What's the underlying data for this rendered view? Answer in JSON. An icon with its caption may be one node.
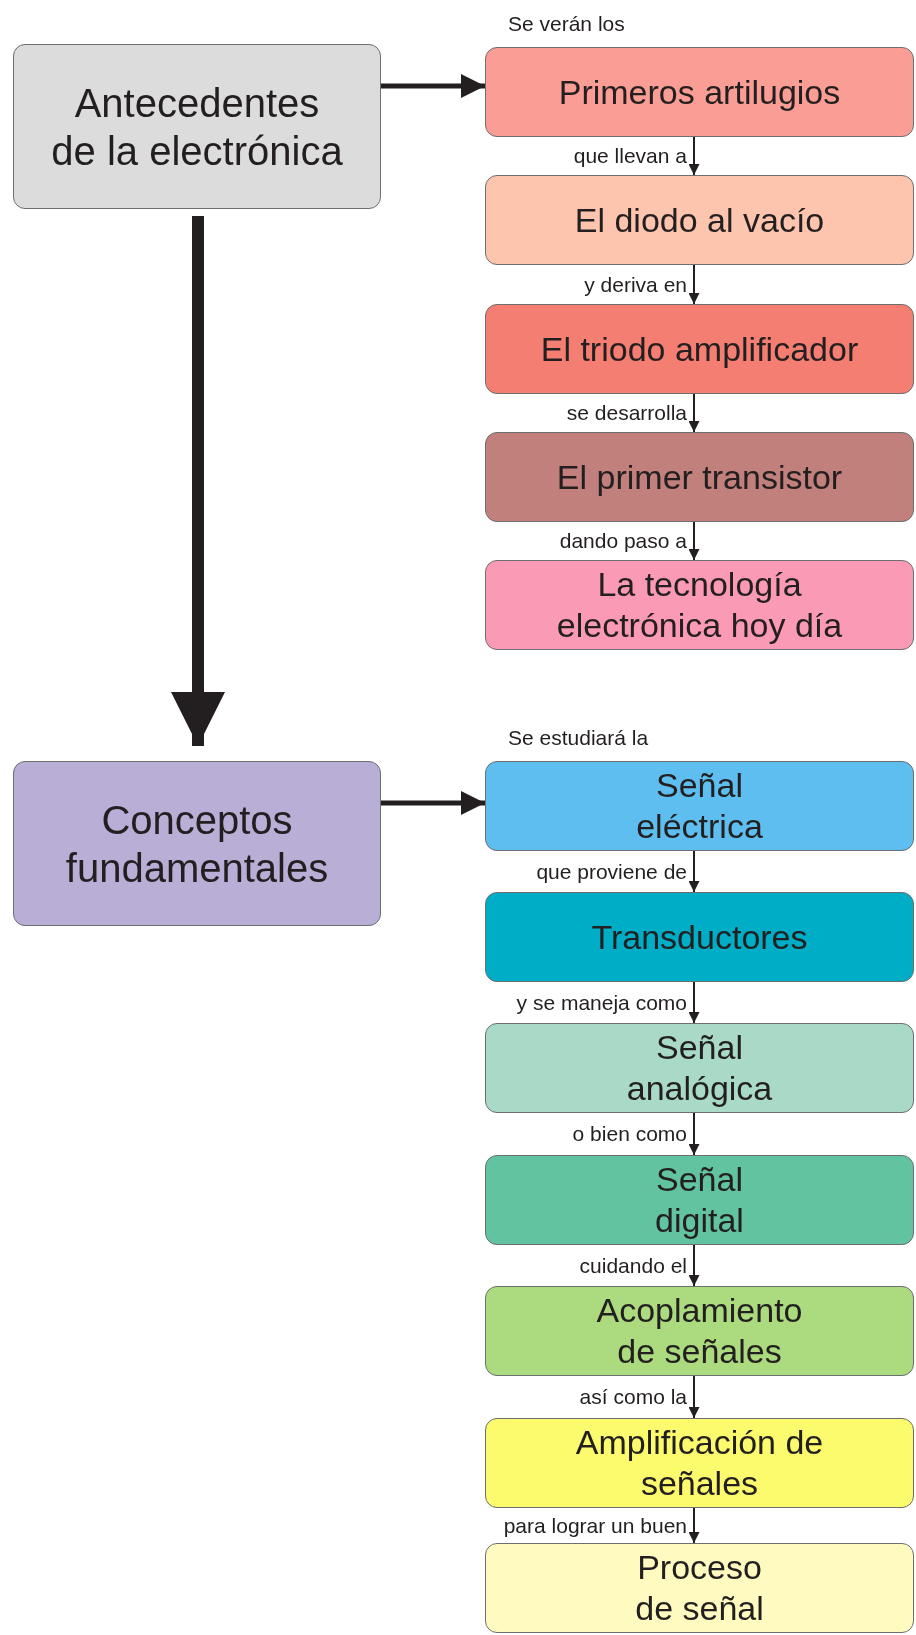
{
  "diagram": {
    "nodes": [
      {
        "text": [
          "Antecedentes de la electrónica"
        ]
      },
      {
        "text": [
          "Primeros artilugios"
        ]
      },
      {
        "text": [
          "El diodo al vacío"
        ]
      },
      {
        "text": [
          "El triodo amplificador"
        ]
      },
      {
        "text": [
          "El primer transistor"
        ]
      },
      {
        "text": [
          "La tecnología electrónica hoy día"
        ]
      },
      {
        "text": [
          "Conceptos fundamentales"
        ]
      },
      {
        "text": [
          "Señal eléctrica"
        ]
      },
      {
        "text": [
          "Transductores"
        ]
      },
      {
        "text": [
          "Señal analógica"
        ]
      },
      {
        "text": [
          "Señal digital"
        ]
      },
      {
        "text": [
          "Acoplamiento de señales"
        ]
      },
      {
        "text": [
          "Amplificación de señales"
        ]
      },
      {
        "text": [
          "Proceso de señal"
        ]
      }
    ],
    "edges": [
      {
        "from": 0,
        "to": 1,
        "arrow": "to",
        "label": "Se verán los",
        "style": "thick"
      },
      {
        "from": 1,
        "to": 2,
        "arrow": "to",
        "label": "que llevan a"
      },
      {
        "from": 2,
        "to": 3,
        "arrow": "to",
        "label": "y deriva en"
      },
      {
        "from": 3,
        "to": 4,
        "arrow": "to",
        "label": "se desarrolla"
      },
      {
        "from": 4,
        "to": 5,
        "arrow": "to",
        "label": "dando paso a"
      },
      {
        "from": 0,
        "to": 6,
        "arrow": "to",
        "style": "thick"
      },
      {
        "from": 6,
        "to": 7,
        "arrow": "to",
        "label": "Se estudiará la",
        "style": "thick"
      },
      {
        "from": 7,
        "to": 8,
        "arrow": "to",
        "label": "que proviene de"
      },
      {
        "from": 8,
        "to": 9,
        "arrow": "to",
        "label": "y se maneja como"
      },
      {
        "from": 9,
        "to": 10,
        "arrow": "to",
        "label": "o bien como"
      },
      {
        "from": 10,
        "to": 11,
        "arrow": "to",
        "label": "cuidando el"
      },
      {
        "from": 11,
        "to": 12,
        "arrow": "to",
        "label": "así como la"
      },
      {
        "from": 12,
        "to": 13,
        "arrow": "to",
        "label": "para lograr un buen"
      }
    ]
  }
}
